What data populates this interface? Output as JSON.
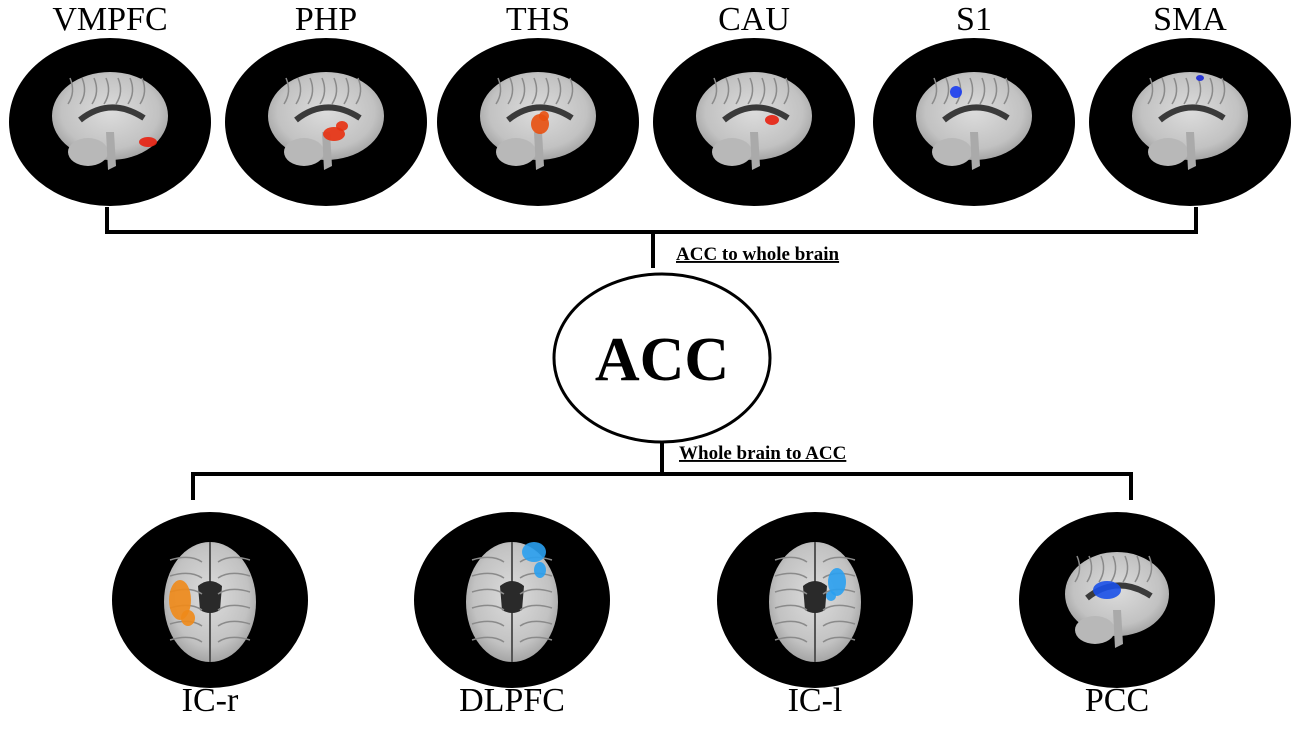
{
  "center": {
    "label": "ACC"
  },
  "top_group": {
    "edge_label": "ACC to whole brain",
    "regions": [
      {
        "label": "VMPFC",
        "view": "sagittal",
        "activation_color": "#e82010"
      },
      {
        "label": "PHP",
        "view": "sagittal",
        "activation_color": "#e83010"
      },
      {
        "label": "THS",
        "view": "sagittal",
        "activation_color": "#e85010"
      },
      {
        "label": "CAU",
        "view": "sagittal",
        "activation_color": "#e82010"
      },
      {
        "label": "S1",
        "view": "sagittal",
        "activation_color": "#1a3cf0"
      },
      {
        "label": "SMA",
        "view": "sagittal",
        "activation_color": "#1a28d8"
      }
    ]
  },
  "bottom_group": {
    "edge_label": "Whole brain to ACC",
    "regions": [
      {
        "label": "IC-r",
        "view": "axial",
        "activation_color": "#f08a18"
      },
      {
        "label": "DLPFC",
        "view": "axial",
        "activation_color": "#2aa0f0"
      },
      {
        "label": "IC-l",
        "view": "axial",
        "activation_color": "#2aa0f0"
      },
      {
        "label": "PCC",
        "view": "sagittal",
        "activation_color": "#1a50e8"
      }
    ]
  }
}
